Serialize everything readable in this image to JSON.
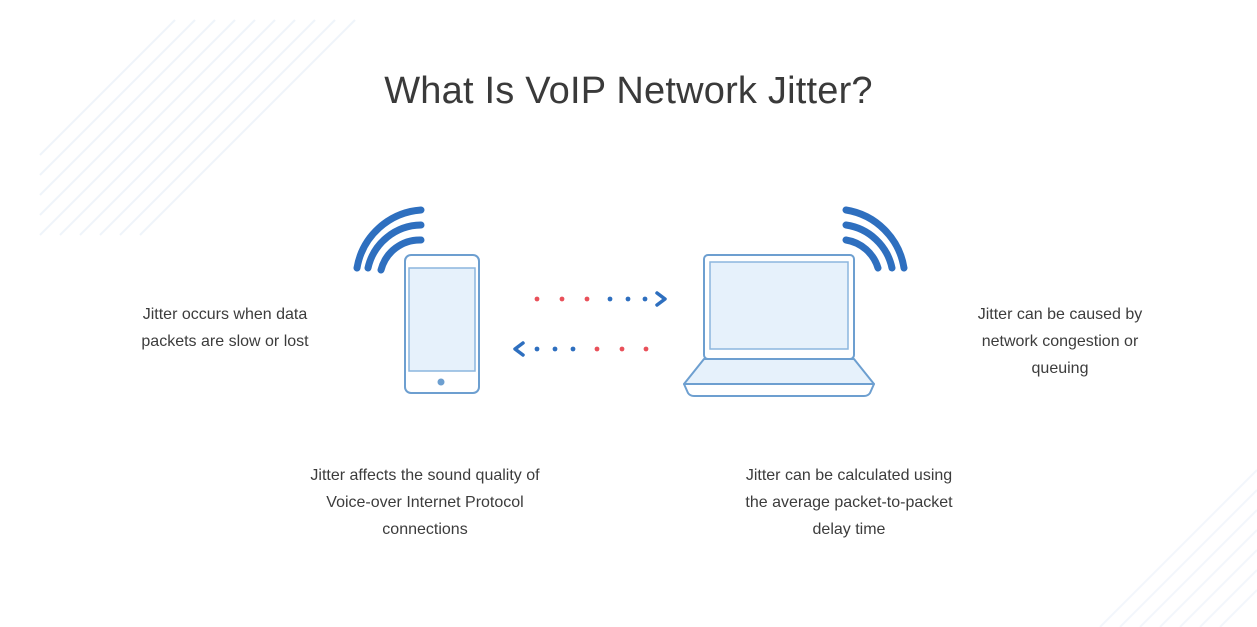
{
  "title": "What Is VoIP Network Jitter?",
  "captions": {
    "left": [
      "Jitter occurs when data",
      "packets are slow or lost"
    ],
    "right": [
      "Jitter can be caused by",
      "network congestion or",
      "queuing"
    ],
    "bottom_left": [
      "Jitter affects the sound quality of",
      "Voice-over Internet Protocol",
      "connections"
    ],
    "bottom_right": [
      "Jitter can be calculated using",
      "the average packet-to-packet",
      "delay time"
    ]
  },
  "icons": {
    "phone": "smartphone-icon",
    "laptop": "laptop-icon",
    "phone_signal": "wifi-signal-icon",
    "laptop_signal": "wifi-signal-icon",
    "arrow_right": "chevron-right-icon",
    "arrow_left": "chevron-left-icon"
  },
  "colors": {
    "blue": "#2e6fbf",
    "red": "#e9505a",
    "device_fill": "#eaf3fb",
    "device_stroke": "#6d9fd0",
    "text": "#3c3c3c"
  }
}
